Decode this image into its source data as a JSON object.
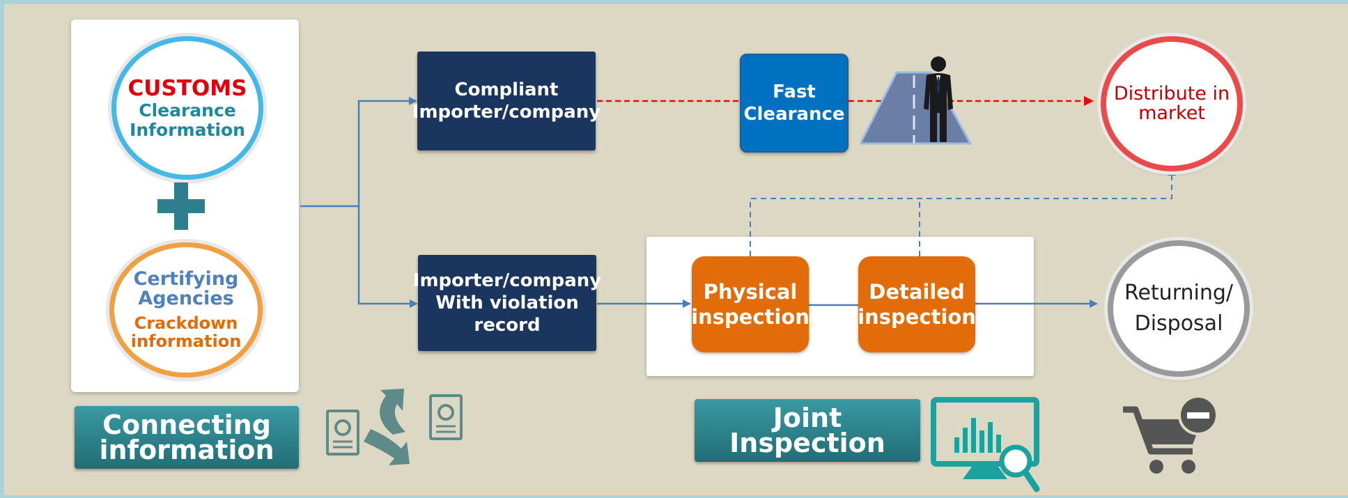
{
  "panel_left": {
    "customs_circle": {
      "title": "CUSTOMS",
      "line1": "Clearance",
      "line2": "Information"
    },
    "agencies_circle": {
      "line1": "Certifying",
      "line2": "Agencies",
      "line3": "Crackdown",
      "line4": "information"
    }
  },
  "nodes": {
    "compliant": {
      "line1": "Compliant",
      "line2": "Importer/company"
    },
    "violation": {
      "line1": "Importer/company",
      "line2": "With violation record"
    },
    "fast_clearance": {
      "line1": "Fast",
      "line2": "Clearance"
    },
    "physical": {
      "line1": "Physical",
      "line2": "inspection"
    },
    "detailed": {
      "line1": "Detailed",
      "line2": "inspection"
    },
    "distribute": {
      "line1": "Distribute in",
      "line2": "market"
    },
    "returning": {
      "line1": "Returning/",
      "line2": "Disposal"
    }
  },
  "banners": {
    "connecting": {
      "line1": "Connecting",
      "line2": "information"
    },
    "joint": {
      "line1": "Joint",
      "line2": "Inspection"
    }
  },
  "icons": [
    "plus-icon",
    "document-exchange-icon",
    "road-person-icon",
    "monitor-chart-search-icon",
    "cart-remove-icon"
  ],
  "colors": {
    "navy": "#1b365e",
    "orange": "#e36c0a",
    "blue": "#0070c0",
    "teal": "#2c8189",
    "red": "#e0000b",
    "flow_line": "#4a7ebb",
    "background": "#dcd8c3"
  }
}
